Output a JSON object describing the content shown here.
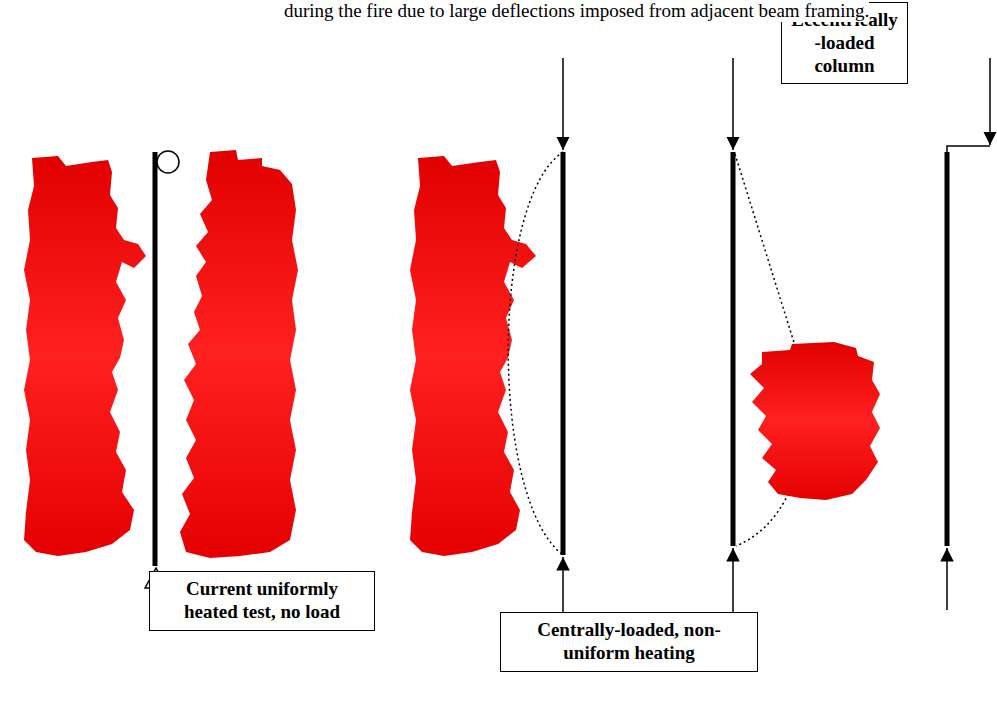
{
  "diagram": {
    "nodes": [
      {
        "text": [
          "Eccentrically -loaded column"
        ]
      },
      {
        "text": [
          "Current uniformly heated test, no load"
        ]
      },
      {
        "text": [
          "Centrally-loaded, non-uniform heating"
        ]
      }
    ],
    "edges": [],
    "labels": [
      "during the fire due to large deflections imposed from adjacent beam framing."
    ]
  }
}
